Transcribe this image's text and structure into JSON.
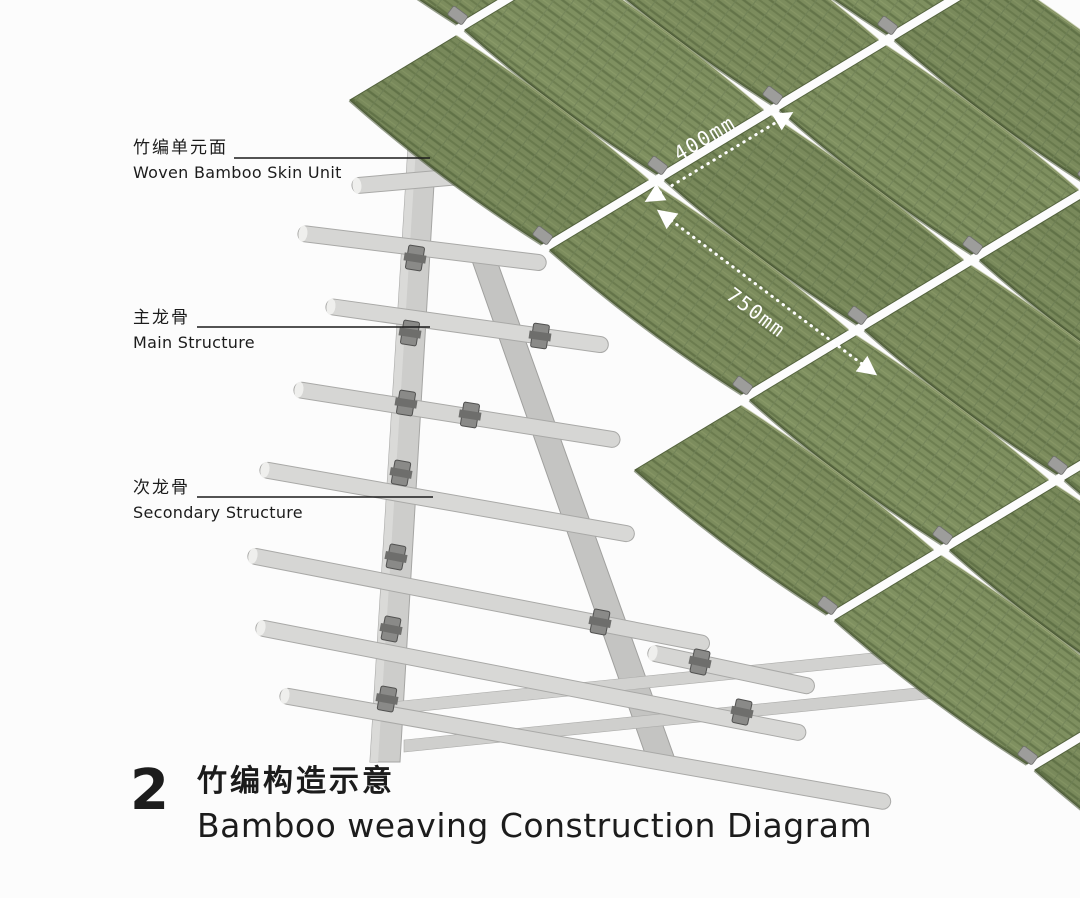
{
  "annotations": [
    {
      "zh": "竹编单元面",
      "en": "Woven Bamboo Skin Unit"
    },
    {
      "zh": "主龙骨",
      "en": "Main Structure"
    },
    {
      "zh": "次龙骨",
      "en": "Secondary Structure"
    }
  ],
  "dimensions": {
    "width": "400mm",
    "length": "750mm"
  },
  "caption": {
    "number": "2",
    "zh": "竹编构造示意",
    "en": "Bamboo weaving Construction Diagram"
  },
  "colors": {
    "bamboo": "#7f9060",
    "bamboo_line": "#6b7c4f",
    "structure": "#cdcdcb",
    "text": "#1c1c1c",
    "dimension": "#ffffff"
  }
}
